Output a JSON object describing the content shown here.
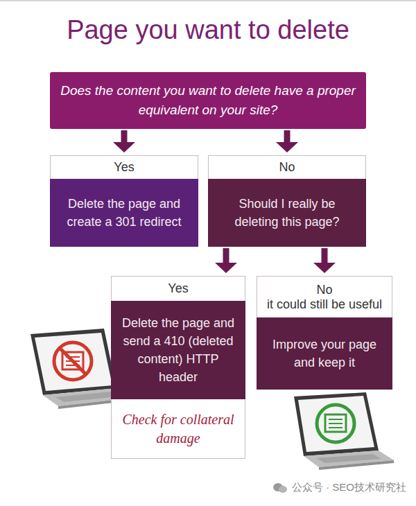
{
  "diagram": {
    "title": "Page you want to delete",
    "nodes": [
      {
        "text": [
          "Does the content you want to delete have a proper equivalent on your site?"
        ]
      },
      {
        "text": [
          "Yes",
          "Delete the page and create a 301 redirect"
        ]
      },
      {
        "text": [
          "No",
          "Should I really be deleting this page?"
        ]
      },
      {
        "text": [
          "Yes",
          "Delete the page and send a 410 (deleted content) HTTP header",
          "Check for collateral damage"
        ]
      },
      {
        "text": [
          "No",
          "it could still be useful",
          "Improve your page and keep it"
        ]
      }
    ],
    "edges": [
      {
        "from": 0,
        "to": 1,
        "arrow": "to"
      },
      {
        "from": 0,
        "to": 2,
        "arrow": "to"
      },
      {
        "from": 2,
        "to": 3,
        "arrow": "to"
      },
      {
        "from": 2,
        "to": 4,
        "arrow": "to"
      }
    ],
    "labels": [
      "公众号 · SEO技术研究社"
    ]
  }
}
